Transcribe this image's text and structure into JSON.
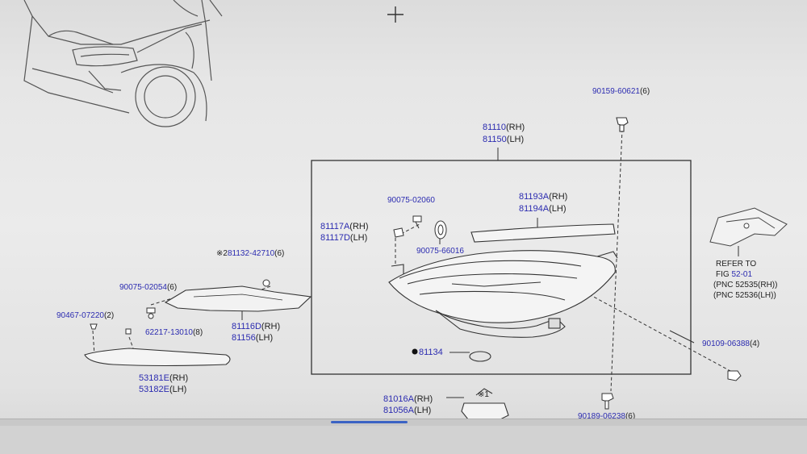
{
  "cursor": "crosshair-icon",
  "parts": {
    "p_90159": {
      "pn": "90159-60621",
      "sfx": "(6)"
    },
    "p_81110": {
      "pn": "81110",
      "sfx": "(RH)"
    },
    "p_81150": {
      "pn": "81150",
      "sfx": "(LH)"
    },
    "p_90075_02060": {
      "pn": "90075-02060",
      "sfx": ""
    },
    "p_81193a": {
      "pn": "81193A",
      "sfx": "(RH)"
    },
    "p_81194a": {
      "pn": "81194A",
      "sfx": "(LH)"
    },
    "p_81117a": {
      "pn": "81117A",
      "sfx": "(RH)"
    },
    "p_81117d": {
      "pn": "81117D",
      "sfx": "(LH)"
    },
    "p_90075_66016": {
      "pn": "90075-66016",
      "sfx": ""
    },
    "p_81132": {
      "mark": "※2",
      "pn": "81132-42710",
      "sfx": "(6)"
    },
    "p_90075_02054": {
      "pn": "90075-02054",
      "sfx": "(6)"
    },
    "p_90467": {
      "pn": "90467-07220",
      "sfx": "(2)"
    },
    "p_62217": {
      "pn": "62217-13010",
      "sfx": "(8)"
    },
    "p_81116d": {
      "pn": "81116D",
      "sfx": "(RH)"
    },
    "p_81156": {
      "pn": "81156",
      "sfx": "(LH)"
    },
    "p_81134": {
      "mark": "●",
      "pn": "81134",
      "sfx": ""
    },
    "p_53181e": {
      "pn": "53181E",
      "sfx": "(RH)"
    },
    "p_53182e": {
      "pn": "53182E",
      "sfx": "(LH)"
    },
    "p_81016a": {
      "pn": "81016A",
      "sfx": "(RH)"
    },
    "p_81056a": {
      "pn": "81056A",
      "sfx": "(LH)"
    },
    "p_90109": {
      "pn": "90109-06388",
      "sfx": "(4)"
    },
    "p_90189": {
      "pn": "90189-06238",
      "sfx": "(6)"
    },
    "mark_1": "※1"
  },
  "refer": {
    "line1": "REFER TO",
    "line2_prefix": "FIG ",
    "line2_link": "52-01",
    "line3": "(PNC 52535(RH))",
    "line4": "(PNC 52536(LH))"
  },
  "colors": {
    "link": "#2b2bb0",
    "text": "#222222",
    "line": "#333333"
  }
}
